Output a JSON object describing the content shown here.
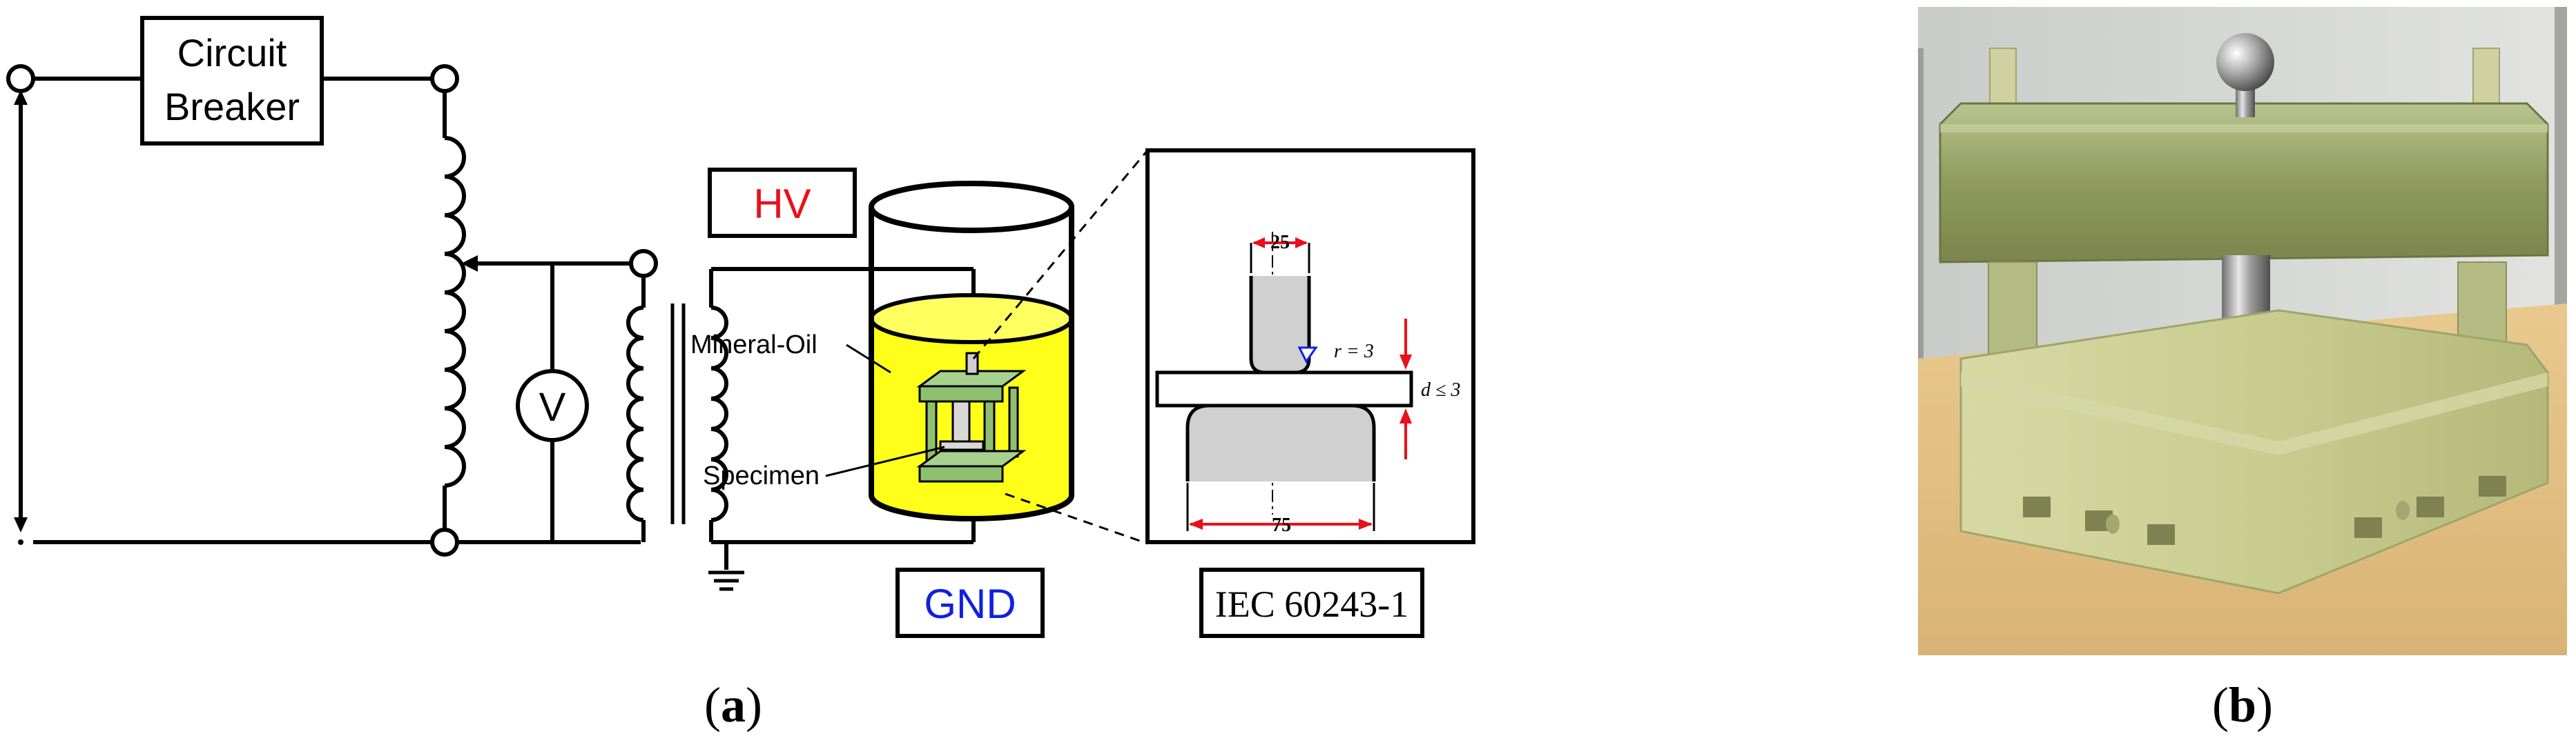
{
  "panel_a": {
    "circuit_breaker": {
      "line1": "Circuit",
      "line2": "Breaker"
    },
    "voltmeter": "V",
    "hv_label": "HV",
    "gnd_label": "GND",
    "mineral_oil": "Mineral-Oil",
    "specimen": "Specimen",
    "detail": {
      "top_width": "25",
      "radius": "r = 3",
      "gap": "d ≤ 3",
      "bottom_width": "75",
      "standard": "IEC 60243-1"
    },
    "caption": {
      "open": "(",
      "letter": "a",
      "close": ")"
    }
  },
  "panel_b": {
    "caption": {
      "open": "(",
      "letter": "b",
      "close": ")"
    }
  },
  "colors": {
    "hv_text": "#e8101a",
    "gnd_text": "#1020e0",
    "dimension_red": "#e8101a",
    "oil_yellow": "#ffff1a",
    "fixture_green": "#a9d18e",
    "electrode_gray": "#d0d0d0",
    "radius_blue": "#1020e0"
  }
}
